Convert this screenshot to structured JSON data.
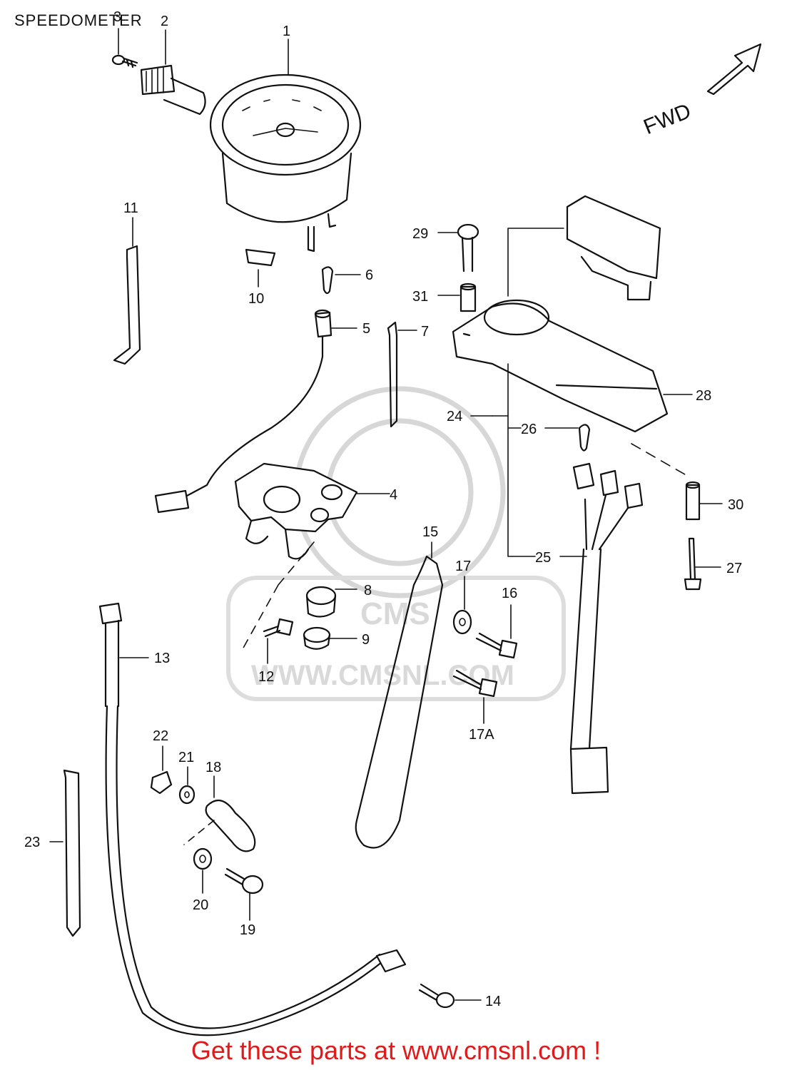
{
  "title": "SPEEDOMETER",
  "fwd_label": "FWD",
  "watermark": {
    "logo_text": "CMS",
    "url_text": "WWW.CMSNL.COM"
  },
  "footer": {
    "text": "Get these parts at www.cmsnl.com !",
    "color": "#e01a1a"
  },
  "callouts": {
    "c1": "1",
    "c2": "2",
    "c3": "3",
    "c4": "4",
    "c5": "5",
    "c6": "6",
    "c7": "7",
    "c8": "8",
    "c9": "9",
    "c10": "10",
    "c11": "11",
    "c12": "12",
    "c13": "13",
    "c14": "14",
    "c15": "15",
    "c16": "16",
    "c17": "17",
    "c17a": "17A",
    "c18": "18",
    "c19": "19",
    "c20": "20",
    "c21": "21",
    "c22": "22",
    "c23": "23",
    "c24": "24",
    "c25": "25",
    "c26": "26",
    "c27": "27",
    "c28": "28",
    "c29": "29",
    "c30": "30",
    "c31": "31"
  }
}
